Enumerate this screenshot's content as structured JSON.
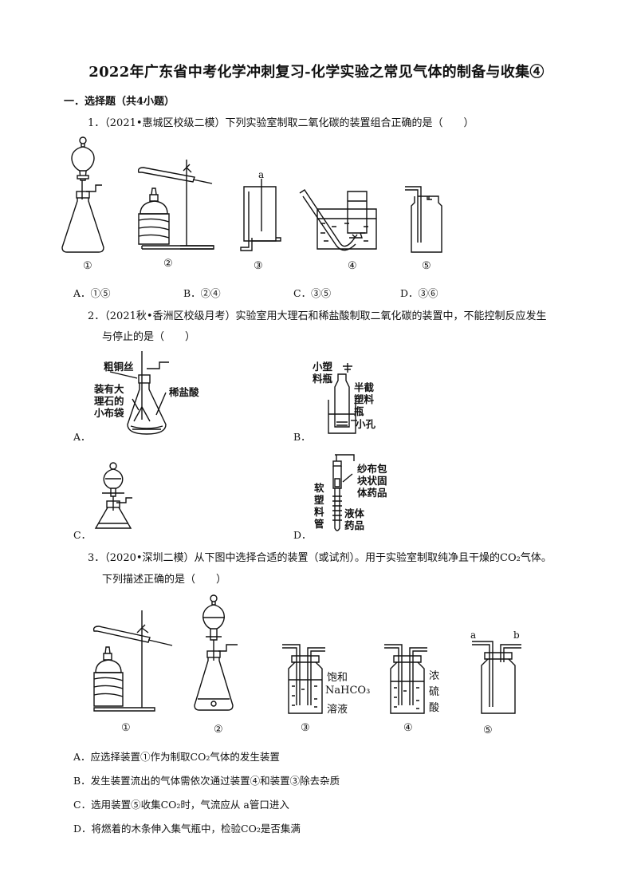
{
  "title": "2022年广东省中考化学冲刺复习-化学实验之常见气体的制备与收集④",
  "section": "一．选择题（共4小题）",
  "q1": {
    "stem": "1．（2021•惠城区校级二模）下列实验室制取二氧化碳的装置组合正确的是（　　）",
    "labels": [
      "①",
      "②",
      "③",
      "④",
      "⑤"
    ],
    "tube_label": "a",
    "options": [
      "A．①⑤",
      "B．②④",
      "C．③⑤",
      "D．③⑥"
    ]
  },
  "q2": {
    "stem_line1": "2．（2021秋•香洲区校级月考）实验室用大理石和稀盐酸制取二氧化碳的装置中，不能控制反应发生",
    "stem_line2": "与停止的是（　　）",
    "a_label": "A．",
    "b_label": "B．",
    "c_label": "C．",
    "d_label": "D．",
    "a_copper": "粗铜丝",
    "a_bag": "装有大理石的小布袋",
    "a_acid": "稀盐酸",
    "b_small": "小塑料瓶",
    "b_half": "半截塑料瓶",
    "b_hole": "小孔",
    "d_gauze": "纱布包块状固体药品",
    "d_soft": "软塑料管",
    "d_liquid": "液体药品"
  },
  "q3": {
    "stem_line1": "3．（2020•深圳二模）从下图中选择合适的装置（或试剂）。用于实验室制取纯净且干燥的CO₂气体。",
    "stem_line2": "下列描述正确的是（　　）",
    "labels": [
      "①",
      "②",
      "③",
      "④",
      "⑤"
    ],
    "reagent3": [
      "饱和",
      "NaHCO₃",
      "溶液"
    ],
    "reagent4": [
      "浓",
      "硫",
      "酸"
    ],
    "port_a": "a",
    "port_b": "b",
    "options": [
      "A．应选择装置①作为制取CO₂气体的发生装置",
      "B．发生装置流出的气体需依次通过装置④和装置③除去杂质",
      "C．选用装置⑤收集CO₂时，气流应从 a管口进入",
      "D．将燃着的木条伸入集气瓶中，检验CO₂是否集满"
    ]
  }
}
